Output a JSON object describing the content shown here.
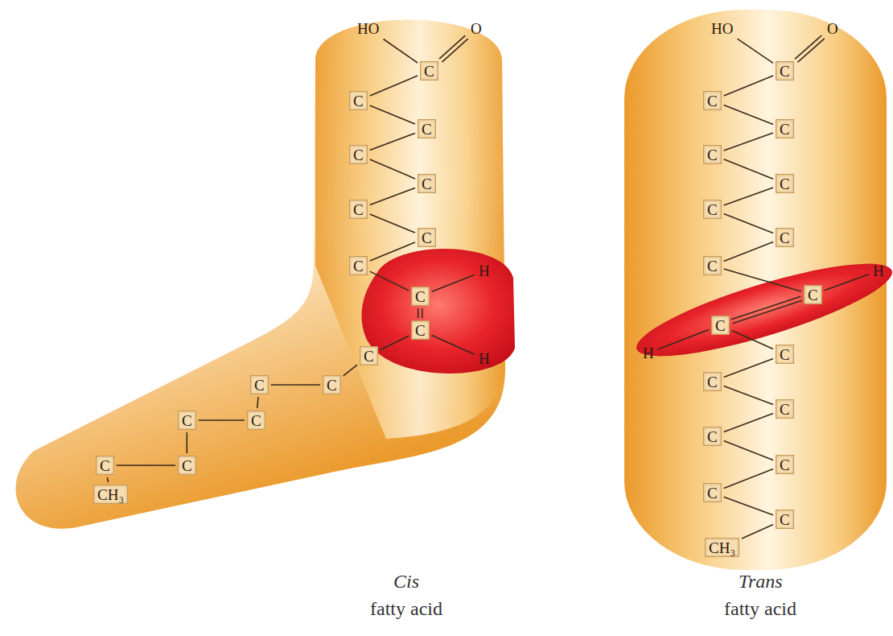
{
  "diagram": {
    "labels": [
      "HO",
      "O",
      "C",
      "C",
      "C",
      "C",
      "C",
      "C",
      "C",
      "C",
      "C",
      "H",
      "C",
      "H",
      "C",
      "C",
      "C",
      "C",
      "C",
      "C",
      "C",
      "CH₃",
      "HO",
      "O",
      "C",
      "C",
      "C",
      "C",
      "C",
      "C",
      "C",
      "C",
      "C",
      "H",
      "C",
      "H",
      "C",
      "C",
      "C",
      "C",
      "C",
      "C",
      "C",
      "CH₃",
      "Cis",
      "fatty acid",
      "Trans",
      "fatty acid"
    ]
  }
}
